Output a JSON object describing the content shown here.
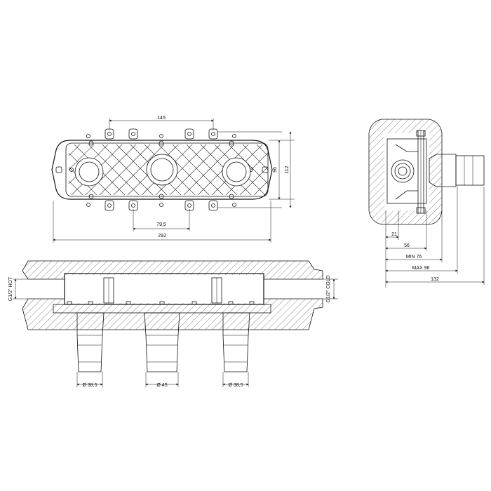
{
  "drawing": {
    "front": {
      "top_spacing": "145",
      "bottom_spacing": "79,5",
      "inner_height": "96",
      "outer_height": "112",
      "total_width": "292"
    },
    "side": {
      "d21": "21",
      "d56": "56",
      "dmin": "MIN 76",
      "dmax": "MAX 96",
      "d132": "132"
    },
    "section": {
      "left_label": "G1/2\" HOT",
      "right_label": "G1/2\" COLD",
      "dia_left": "Ø 38,5",
      "dia_center": "Ø 45",
      "dia_right": "Ø 38,5"
    }
  }
}
